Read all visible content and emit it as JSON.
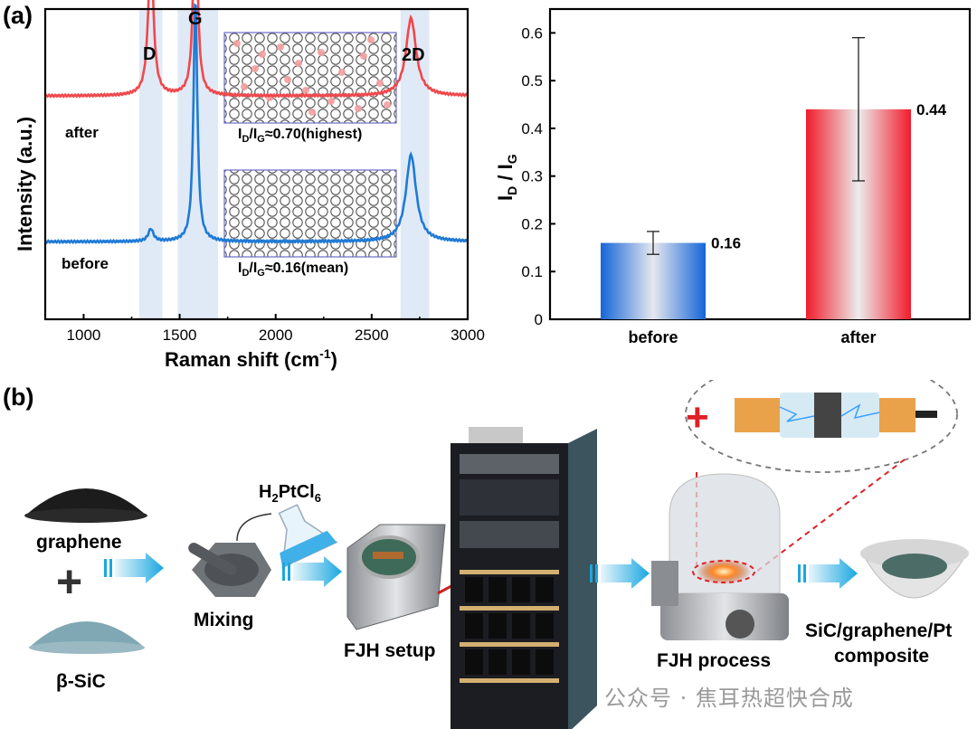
{
  "panel_a_label": "(a)",
  "panel_b_label": "(b)",
  "chart_data": [
    {
      "type": "line",
      "xlabel_main": "Raman shift (cm",
      "xlabel_sup": "-1",
      "xlabel_end": ")",
      "ylabel": "Intensity (a.u.)",
      "xlim": [
        800,
        3000
      ],
      "xticks": [
        "1000",
        "1500",
        "2000",
        "2500",
        "3000"
      ],
      "highlight_bands": [
        [
          1290,
          1410
        ],
        [
          1490,
          1700
        ],
        [
          2650,
          2800
        ]
      ],
      "peak_labels": [
        "D",
        "G",
        "2D"
      ],
      "series": [
        {
          "name": "after",
          "color": "#f0484c",
          "baseline": 0.72,
          "peaks": [
            {
              "center": 1350,
              "height": 0.48,
              "width": 16
            },
            {
              "center": 1582,
              "height": 0.66,
              "width": 13
            },
            {
              "center": 2705,
              "height": 0.25,
              "width": 32
            }
          ]
        },
        {
          "name": "before",
          "color": "#1f7ad6",
          "baseline": 0.25,
          "peaks": [
            {
              "center": 1350,
              "height": 0.04,
              "width": 16
            },
            {
              "center": 1582,
              "height": 0.78,
              "width": 12
            },
            {
              "center": 2705,
              "height": 0.28,
              "width": 32
            }
          ]
        }
      ],
      "annotations": {
        "after_ratio": {
          "prefix": "I",
          "sub1": "D",
          "mid": "/I",
          "sub2": "G",
          "suffix": "≈0.70(highest)"
        },
        "before_ratio": {
          "prefix": "I",
          "sub1": "D",
          "mid": "/I",
          "sub2": "G",
          "suffix": "≈0.16(mean)"
        }
      }
    },
    {
      "type": "bar",
      "categories": [
        "before",
        "after"
      ],
      "values": [
        0.16,
        0.44
      ],
      "errors": [
        0.024,
        0.15
      ],
      "value_labels": [
        "0.16",
        "0.44"
      ],
      "colors": [
        "#1565d8",
        "#f21b2b"
      ],
      "ylim": [
        0,
        0.65
      ],
      "yticks": [
        "0",
        "0.1",
        "0.2",
        "0.3",
        "0.4",
        "0.5",
        "0.6"
      ],
      "ylabel": {
        "prefix": "I",
        "sub1": "D",
        "mid": " / I",
        "sub2": "G"
      }
    }
  ],
  "process_b": {
    "h2ptcl6": {
      "base": "H",
      "sub1": "2",
      "mid": "PtCl",
      "sub2": "6"
    },
    "graphene": "graphene",
    "plus": "+",
    "sic": "β-SiC",
    "mixing": "Mixing",
    "fjh_setup": "FJH setup",
    "fjh_process": "FJH process",
    "product_line1": "SiC/graphene/Pt",
    "product_line2": "composite",
    "electrode_plus": "+",
    "watermark": "公众号 · 焦耳热超快合成"
  }
}
